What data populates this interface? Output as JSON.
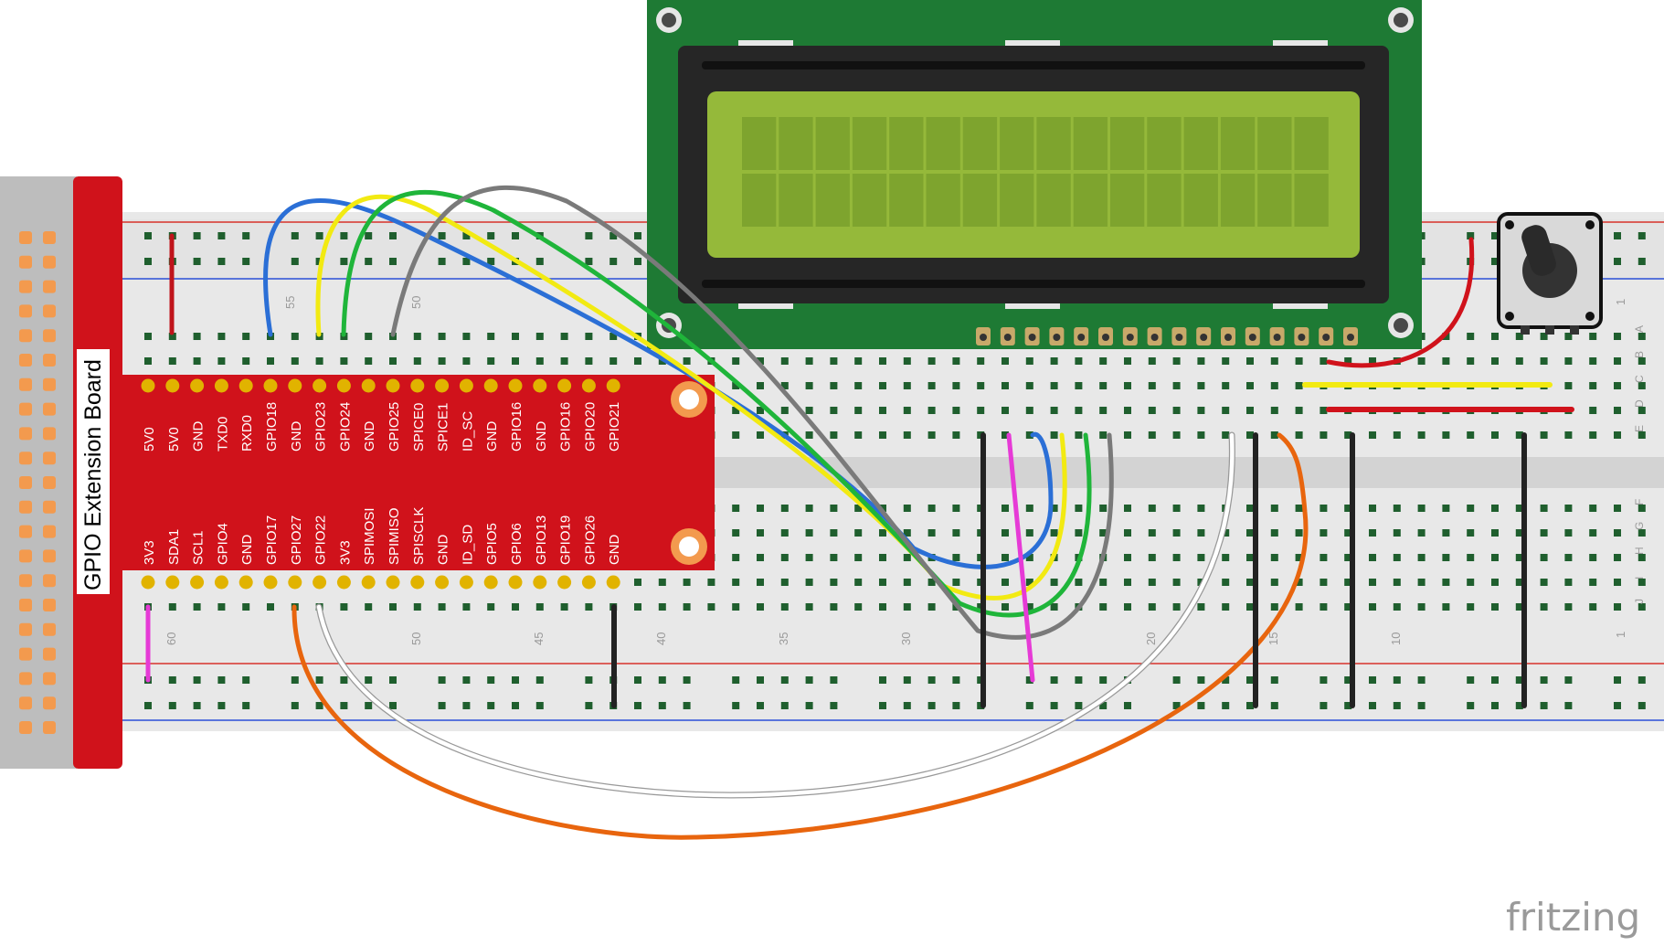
{
  "extension_board": {
    "title": "GPIO Extension Board",
    "top_row_labels": [
      "5V0",
      "5V0",
      "GND",
      "TXD0",
      "RXD0",
      "GPIO18",
      "GND",
      "GPIO23",
      "GPIO24",
      "GND",
      "GPIO25",
      "SPICE0",
      "SPICE1",
      "ID_SC",
      "GND",
      "GPIO16",
      "GND",
      "GPIO16",
      "GPIO20",
      "GPIO21"
    ],
    "bottom_row_labels": [
      "3V3",
      "SDA1",
      "SCL1",
      "GPIO4",
      "GND",
      "GPIO17",
      "GPIO27",
      "GPIO22",
      "3V3",
      "SPIMOSI",
      "SPIMISO",
      "SPISCLK",
      "GND",
      "ID_SD",
      "GPIO5",
      "GPIO6",
      "GPIO13",
      "GPIO19",
      "GPIO26",
      "GND"
    ],
    "color": "#d0121b",
    "ribbon_color": "#bdbdbd",
    "pin_color": "#f39a4e"
  },
  "breadboard": {
    "upper_column_numbers": [
      "55",
      "50",
      "1"
    ],
    "lower_column_numbers": [
      "60",
      "50",
      "45",
      "40",
      "35",
      "30",
      "20",
      "15",
      "10",
      "1"
    ],
    "row_letters_upper": [
      "A",
      "B",
      "C",
      "D",
      "E"
    ],
    "row_letters_lower": [
      "F",
      "G",
      "H",
      "I",
      "J"
    ],
    "color": "#e8e8e8",
    "rail_red": "#d8322b",
    "rail_blue": "#2b4fd8"
  },
  "lcd": {
    "pcb_color": "#1e7a34",
    "screen_color": "#95b93a",
    "bezel_color": "#262626"
  },
  "potentiometer": {
    "body_color": "#d9d9d9",
    "knob_color": "#333333"
  },
  "wire_colors": {
    "blue": "#2b6fd6",
    "yellow": "#f2ea12",
    "green": "#1fb53a",
    "gray": "#7a7a7a",
    "orange": "#e8650e",
    "white": "#ffffff",
    "black": "#222222",
    "red": "#d0121b",
    "magenta": "#e63ad6"
  },
  "watermark": "fritzing"
}
